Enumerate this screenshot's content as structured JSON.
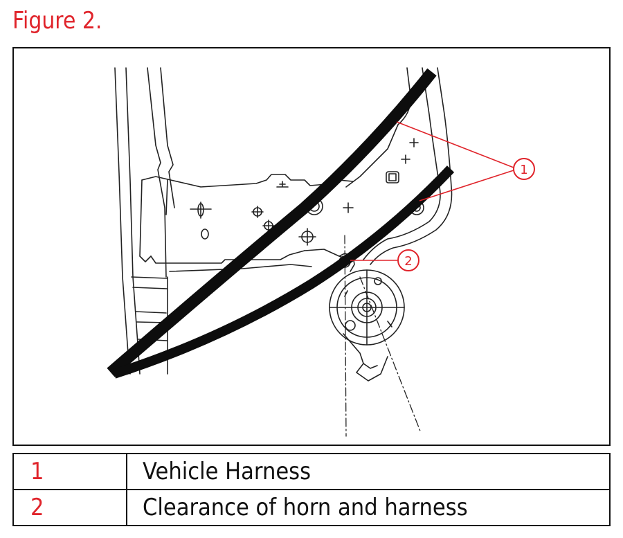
{
  "figure": {
    "title": "Figure 2."
  },
  "callouts": [
    {
      "number": "1"
    },
    {
      "number": "2"
    }
  ],
  "legend": {
    "rows": [
      {
        "number": "1",
        "description": "Vehicle Harness"
      },
      {
        "number": "2",
        "description": "Clearance of horn and harness"
      }
    ]
  },
  "colors": {
    "accent": "#e0242b",
    "line": "#111111",
    "harness": "#0d0d0d"
  }
}
